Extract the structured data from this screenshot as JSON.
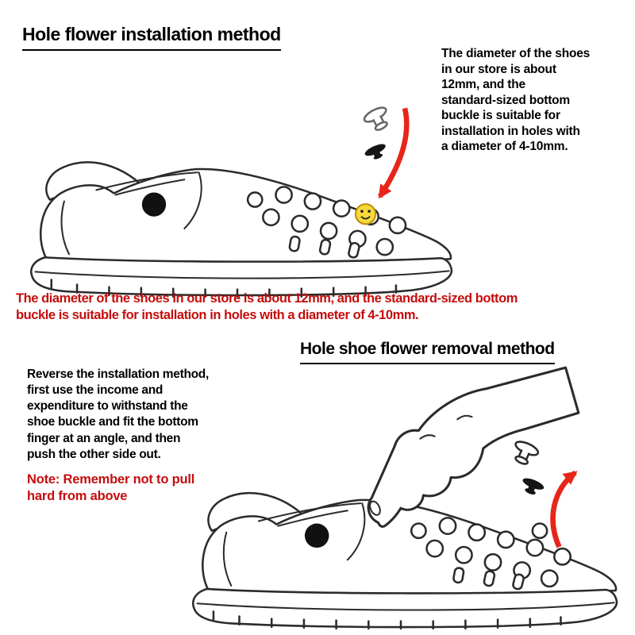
{
  "colors": {
    "background": "#ffffff",
    "text": "#000000",
    "outline": "#2b2b2b",
    "red_text": "#c50d0d",
    "arrow_red": "#e8251a",
    "charm_yellow": "#f8d83a",
    "rivet_black": "#111111"
  },
  "installation": {
    "heading": "Hole flower installation method",
    "side_note": "The diameter of the shoes\nin our store is about\n12mm, and the\nstandard-sized bottom\nbuckle is suitable for\ninstallation in holes with\na diameter of 4-10mm.",
    "highlight_note": "The diameter of the shoes in our store is about 12mm, and the standard-sized bottom\nbuckle is suitable for installation in holes with a diameter of 4-10mm."
  },
  "removal": {
    "heading": "Hole shoe flower removal method",
    "instructions": "Reverse the installation method,\nfirst use the income and\nexpenditure to withstand the\nshoe buckle and fit the bottom\nfinger at an angle, and then\npush the other side out.",
    "warning": "Note: Remember not to pull\nhard from above"
  },
  "icons": {
    "install_arrow": "red-curved-arrow-down",
    "removal_arrow": "red-curved-arrow-up",
    "charm_face": "yellow-smiley-charm",
    "buckle_stud": "charm-buckle-stud",
    "shoe": "clog-shoe-line-drawing",
    "hand": "hand-pressing-finger"
  }
}
